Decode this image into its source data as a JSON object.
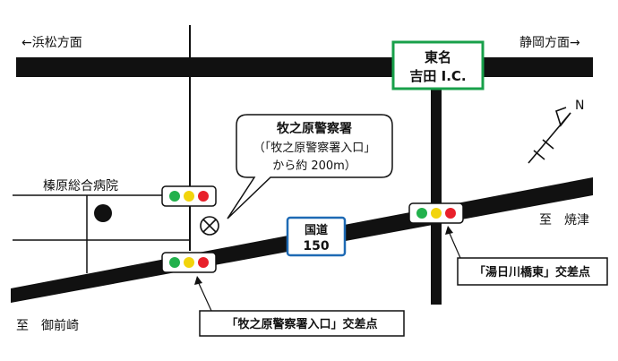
{
  "directions": {
    "west": "←浜松方面",
    "east": "静岡方面→",
    "to_omaezaki": "至　御前崎",
    "to_yaizu": "至　焼津"
  },
  "expressway_ic": {
    "line1": "東名",
    "line2": "吉田 I.C.",
    "border_color": "#18a04a"
  },
  "route_sign": {
    "line1": "国道",
    "line2": "150",
    "border_color": "#1e6ab4"
  },
  "hospital": "榛原総合病院",
  "police_callout": {
    "line1": "牧之原警察署",
    "line2": "（「牧之原警察署入口」",
    "line3": "から約 200m）"
  },
  "intersections": {
    "makinohara": "「牧之原警察署入口」交差点",
    "yugawa": "「湯日川橋東」交差点"
  },
  "compass": {
    "label": "N"
  },
  "signal_colors": {
    "green": "#22b14c",
    "yellow": "#f2d40c",
    "red": "#e8202a"
  }
}
